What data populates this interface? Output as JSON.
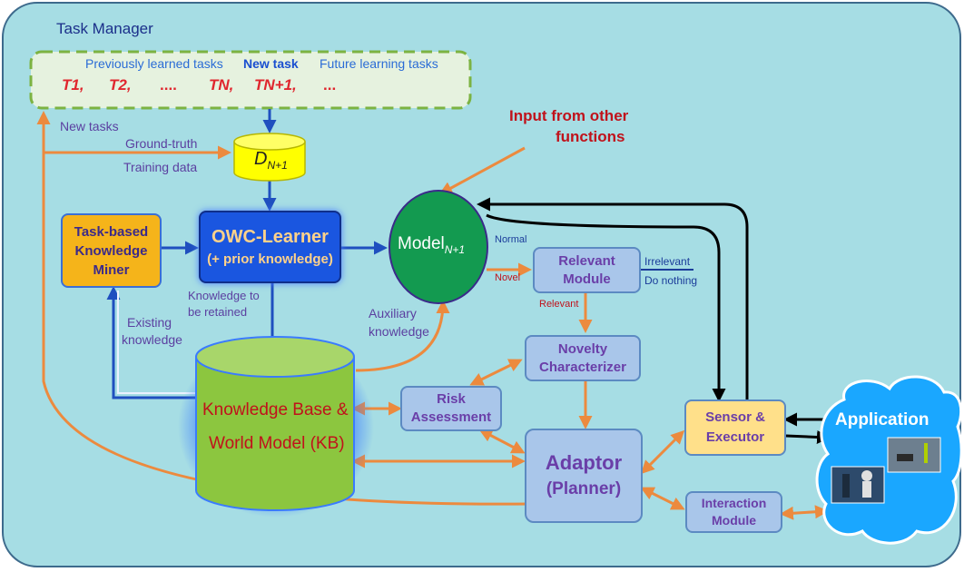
{
  "task_manager": {
    "title": "Task Manager",
    "previous_label": "Previously learned tasks",
    "new_task_label": "New task",
    "future_label": "Future learning tasks",
    "tasks": [
      "T1,",
      "T2,",
      "....",
      "TN,",
      "TN+1,",
      "..."
    ]
  },
  "labels": {
    "new_tasks": "New tasks",
    "ground_truth": "Ground-truth",
    "training_data": "Training data",
    "input_other": "Input from other",
    "input_other_2": "functions",
    "knowledge_retained_1": "Knowledge to",
    "knowledge_retained_2": "be retained",
    "existing_1": "Existing",
    "existing_2": "knowledge",
    "auxiliary_1": "Auxiliary",
    "auxiliary_2": "knowledge",
    "normal": "Normal",
    "novel": "Novel",
    "irrelevant": "Irrelevant",
    "do_nothing": "Do nothing",
    "relevant": "Relevant"
  },
  "nodes": {
    "dataset": "D",
    "dataset_sub": "N+1",
    "miner_1": "Task-based",
    "miner_2": "Knowledge",
    "miner_3": "Miner",
    "learner_1": "OWC-Learner",
    "learner_2": "(+ prior knowledge)",
    "model": "Model",
    "model_sub": "N+1",
    "relevant_1": "Relevant",
    "relevant_2": "Module",
    "novelty_1": "Novelty",
    "novelty_2": "Characterizer",
    "risk_1": "Risk",
    "risk_2": "Assessment",
    "kb_1": "Knowledge Base &",
    "kb_2": "World Model (KB)",
    "adaptor_1": "Adaptor",
    "adaptor_2": "(Planner)",
    "sensor_1": "Sensor &",
    "sensor_2": "Executor",
    "interaction_1": "Interaction",
    "interaction_2": "Module",
    "application": "Application"
  },
  "colors": {
    "background": "#a6dde4",
    "orange_arrow": "#ec8a3e",
    "blue_arrow": "#1f4fbf",
    "module_fill": "#a9c6ea",
    "model_fill": "#139a50",
    "learner_fill": "#1a56e0",
    "miner_fill": "#f5b41a",
    "kb_fill": "#8cc63f",
    "dataset_fill": "#ffff00",
    "sensor_fill": "#ffe08a"
  }
}
